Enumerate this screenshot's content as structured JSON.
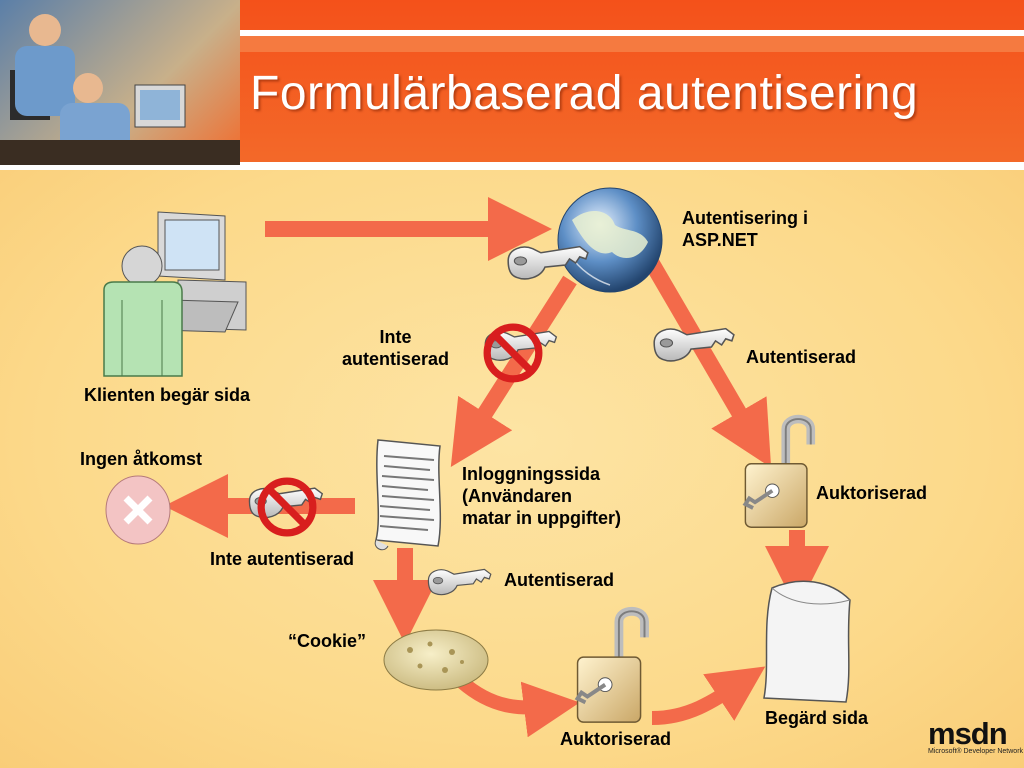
{
  "slide": {
    "title": "Formulärbaserad autentisering"
  },
  "labels": {
    "client_requests_page": "Klienten begär sida",
    "asp_net_auth": "Autentisering i\nASP.NET",
    "not_authenticated_top": "Inte\nautentiserad",
    "authenticated_right": "Autentiserad",
    "no_access": "Ingen åtkomst",
    "login_page": "Inloggningssida\n(Användaren\nmatar in uppgifter)",
    "authorized_right": "Auktoriserad",
    "not_authenticated_left": "Inte autentiserad",
    "authenticated_bottom": "Autentiserad",
    "cookie": "“Cookie”",
    "authorized_bottom": "Auktoriserad",
    "requested_page": "Begärd sida"
  },
  "logo": {
    "text": "msdn",
    "subtext": "Microsoft® Developer Network"
  },
  "colors": {
    "header": "#f4511a",
    "background": "#fcd98a",
    "arrow": "#f36a4a",
    "no_symbol": "#d81e1e"
  }
}
